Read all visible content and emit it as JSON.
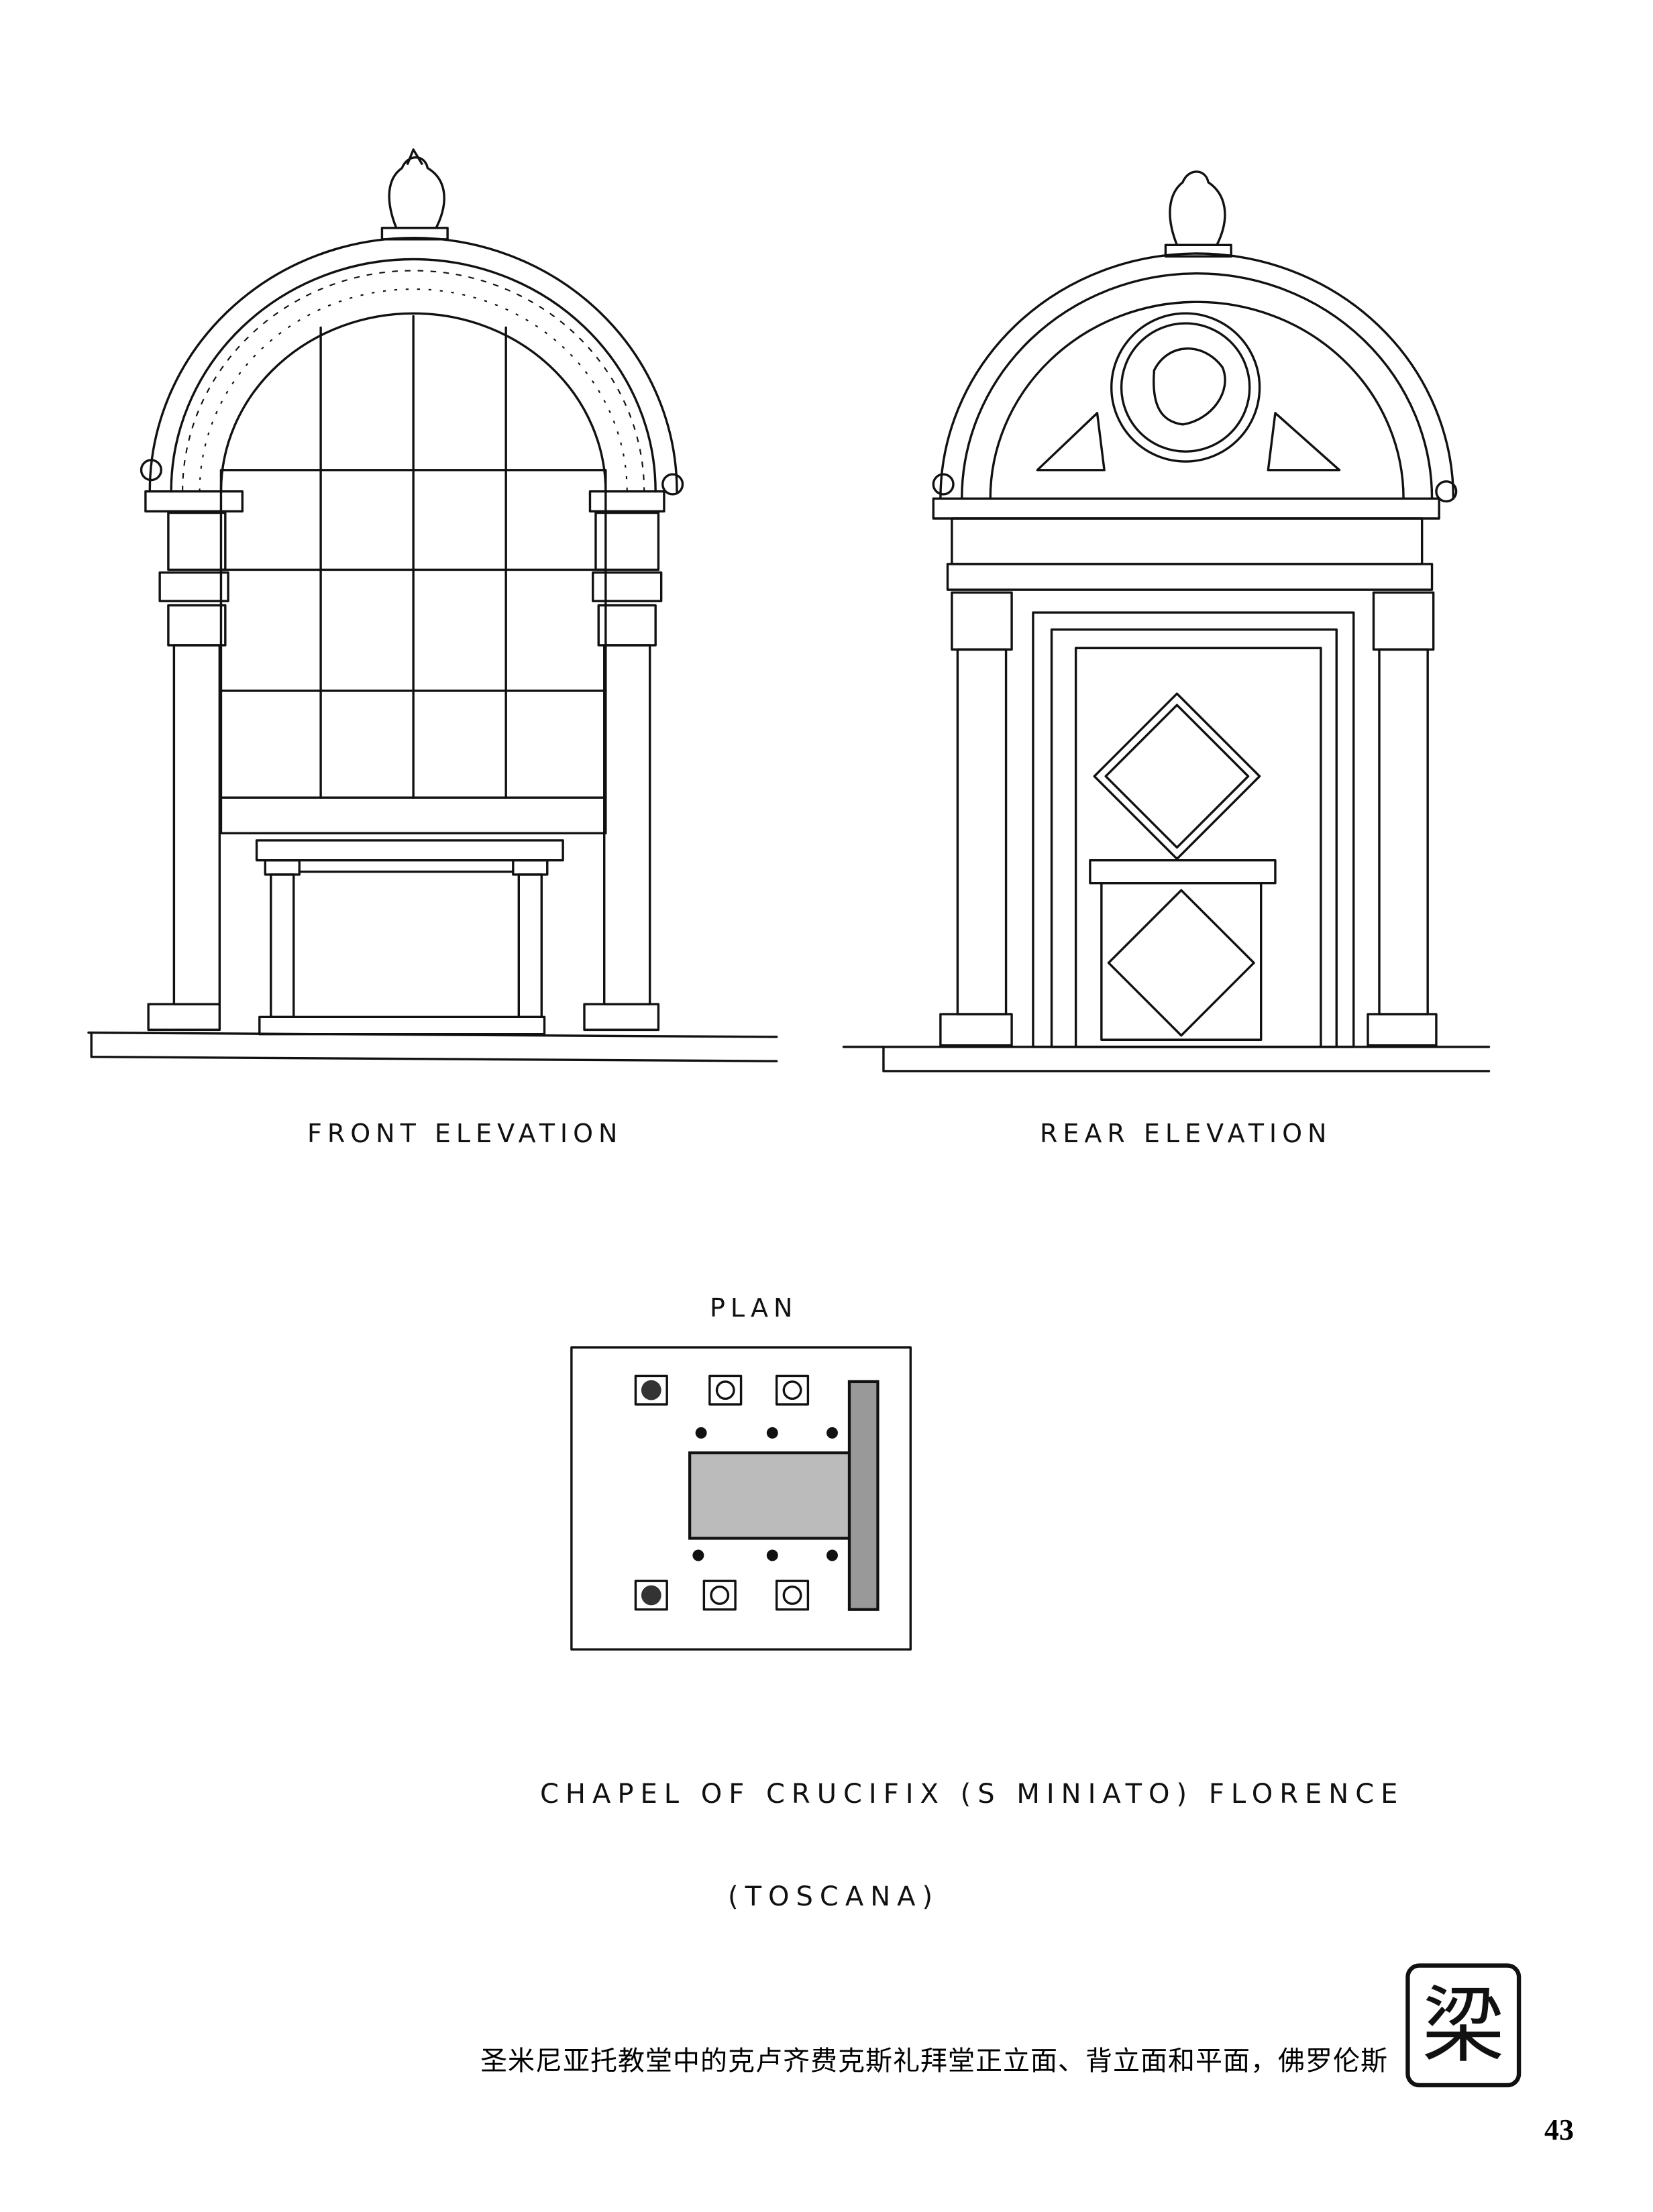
{
  "drawings": {
    "front_label": "FRONT ELEVATION",
    "rear_label": "REAR ELEVATION",
    "plan_label": "PLAN"
  },
  "caption": {
    "title": "CHAPEL OF CRUCIFIX (S MINIATO) FLORENCE",
    "region": "(TOSCANA)"
  },
  "seal": {
    "character": "梁"
  },
  "chinese_caption": "圣米尼亚托教堂中的克卢齐费克斯礼拜堂正立面、背立面和平面，佛罗伦斯",
  "page_number": "43"
}
